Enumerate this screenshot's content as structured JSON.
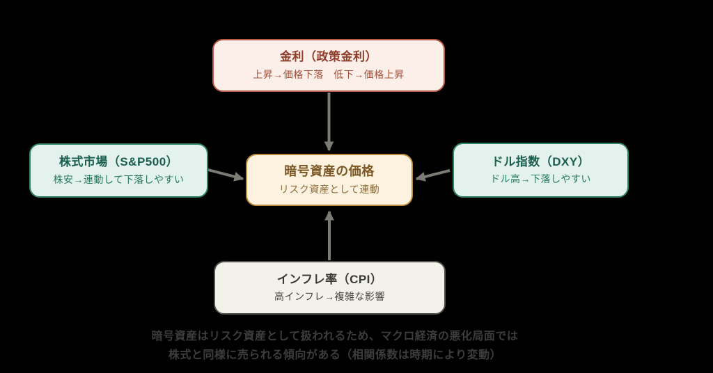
{
  "nodes": {
    "interest": {
      "title": "金利（政策金利）",
      "subtitle": "上昇→価格下落　低下→価格上昇"
    },
    "stock": {
      "title": "株式市場（S&P500）",
      "subtitle": "株安→連動して下落しやすい"
    },
    "dollar": {
      "title": "ドル指数（DXY）",
      "subtitle": "ドル高→下落しやすい"
    },
    "crypto": {
      "title": "暗号資産の価格",
      "subtitle": "リスク資産として連動"
    },
    "inflation": {
      "title": "インフレ率（CPI）",
      "subtitle": "高インフレ→複雑な影響"
    }
  },
  "caption": {
    "line1": "暗号資産はリスク資産として扱われるため、マクロ経済の悪化局面では",
    "line2": "株式と同様に売られる傾向がある（相関係数は時期により変動）"
  },
  "colors": {
    "canvas_bg": "#000000",
    "arrow": "#7c7c74",
    "interest_bg": "#fceee8",
    "interest_border": "#b95c47",
    "interest_text": "#8e3d2a",
    "interest_sub_text": "#a0503a",
    "market_bg": "#e3f2ec",
    "market_border": "#2f8566",
    "market_text": "#1b5f4e",
    "market_sub_text": "#27785f",
    "crypto_bg": "#fdf2df",
    "crypto_border": "#bd8b3f",
    "crypto_text": "#7a5724",
    "crypto_sub_text": "#8c6c36",
    "inflation_bg": "#f2f1ea",
    "inflation_border": "#56564e",
    "inflation_text": "#3a3a33",
    "inflation_sub_text": "#45453e",
    "caption_text": "#3d3d3d"
  }
}
